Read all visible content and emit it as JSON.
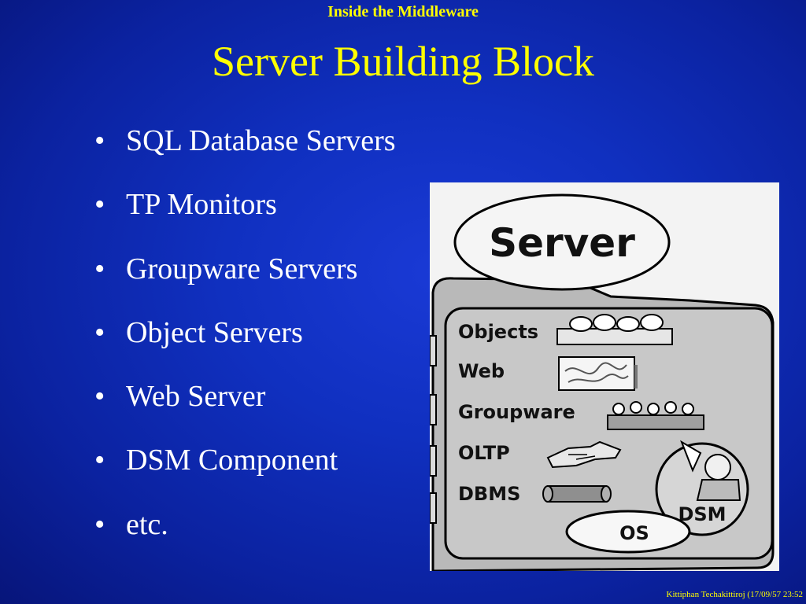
{
  "header": {
    "subtitle": "Inside the Middleware"
  },
  "title": "Server Building Block",
  "bullets": [
    "SQL Database Servers",
    "TP Monitors",
    "Groupware Servers",
    "Object Servers",
    "Web Server",
    "DSM Component",
    "etc."
  ],
  "bullet_glyph": "•",
  "diagram": {
    "server_label": "Server",
    "rows": [
      "Objects",
      "Web",
      "Groupware",
      "OLTP",
      "DBMS"
    ],
    "dsm_label": "DSM",
    "os_label": "OS"
  },
  "footer": {
    "text": "Kittiphan Techakittiroj (17/09/57 23:52"
  },
  "colors": {
    "background": "#1030c0",
    "title": "#ffff00",
    "text": "#ffffff",
    "diagram_bg": "#f3f3f3",
    "diagram_panel": "#c8c8c8"
  }
}
